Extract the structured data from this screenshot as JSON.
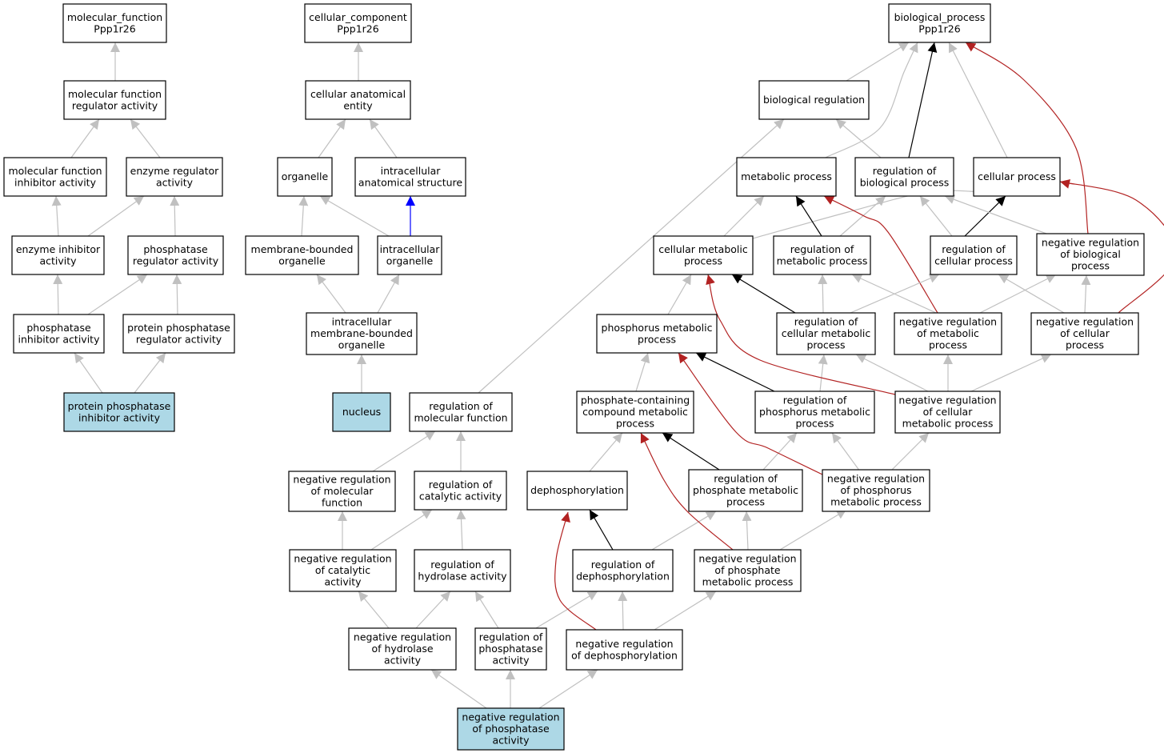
{
  "colors": {
    "node_fill": "#ffffff",
    "highlight_fill": "#add8e6",
    "is_a": "#c0c0c0",
    "part_of": "#0000ff",
    "regulates": "#000000",
    "negatively_regulates": "#b22222"
  },
  "nodes": [
    {
      "id": "mf",
      "lines": [
        "molecular_function",
        "Ppp1r26"
      ]
    },
    {
      "id": "mfreg",
      "lines": [
        "molecular function",
        "regulator activity"
      ]
    },
    {
      "id": "mfinh",
      "lines": [
        "molecular function",
        "inhibitor activity"
      ]
    },
    {
      "id": "enzreg",
      "lines": [
        "enzyme regulator",
        "activity"
      ]
    },
    {
      "id": "enzinh",
      "lines": [
        "enzyme inhibitor",
        "activity"
      ]
    },
    {
      "id": "phosreg",
      "lines": [
        "phosphatase",
        "regulator activity"
      ]
    },
    {
      "id": "phosinh",
      "lines": [
        "phosphatase",
        "inhibitor activity"
      ]
    },
    {
      "id": "ppreg",
      "lines": [
        "protein phosphatase",
        "regulator activity"
      ]
    },
    {
      "id": "ppinh",
      "lines": [
        "protein phosphatase",
        "inhibitor activity"
      ],
      "highlight": true
    },
    {
      "id": "cc",
      "lines": [
        "cellular_component",
        "Ppp1r26"
      ]
    },
    {
      "id": "cae",
      "lines": [
        "cellular anatomical",
        "entity"
      ]
    },
    {
      "id": "org",
      "lines": [
        "organelle"
      ]
    },
    {
      "id": "ias",
      "lines": [
        "intracellular",
        "anatomical structure"
      ]
    },
    {
      "id": "mbo",
      "lines": [
        "membrane-bounded",
        "organelle"
      ]
    },
    {
      "id": "io",
      "lines": [
        "intracellular",
        "organelle"
      ]
    },
    {
      "id": "imbo",
      "lines": [
        "intracellular",
        "membrane-bounded",
        "organelle"
      ]
    },
    {
      "id": "nuc",
      "lines": [
        "nucleus"
      ],
      "highlight": true
    },
    {
      "id": "bp",
      "lines": [
        "biological_process",
        "Ppp1r26"
      ]
    },
    {
      "id": "breg",
      "lines": [
        "biological regulation"
      ]
    },
    {
      "id": "mp",
      "lines": [
        "metabolic process"
      ]
    },
    {
      "id": "rbp",
      "lines": [
        "regulation of",
        "biological process"
      ]
    },
    {
      "id": "cp",
      "lines": [
        "cellular process"
      ]
    },
    {
      "id": "cmp",
      "lines": [
        "cellular metabolic",
        "process"
      ]
    },
    {
      "id": "rmp",
      "lines": [
        "regulation of",
        "metabolic process"
      ]
    },
    {
      "id": "rcp",
      "lines": [
        "regulation of",
        "cellular process"
      ]
    },
    {
      "id": "nrbp",
      "lines": [
        "negative regulation",
        "of biological",
        "process"
      ]
    },
    {
      "id": "pmp",
      "lines": [
        "phosphorus metabolic",
        "process"
      ]
    },
    {
      "id": "rcmp",
      "lines": [
        "regulation of",
        "cellular metabolic",
        "process"
      ]
    },
    {
      "id": "nrmp",
      "lines": [
        "negative regulation",
        "of metabolic",
        "process"
      ]
    },
    {
      "id": "nrcp",
      "lines": [
        "negative regulation",
        "of cellular",
        "process"
      ]
    },
    {
      "id": "rmf",
      "lines": [
        "regulation of",
        "molecular function"
      ]
    },
    {
      "id": "pcmp",
      "lines": [
        "phosphate-containing",
        "compound metabolic",
        "process"
      ]
    },
    {
      "id": "rpmp",
      "lines": [
        "regulation of",
        "phosphorus metabolic",
        "process"
      ]
    },
    {
      "id": "nrcmp",
      "lines": [
        "negative regulation",
        "of cellular",
        "metabolic process"
      ]
    },
    {
      "id": "nrmf",
      "lines": [
        "negative regulation",
        "of molecular",
        "function"
      ]
    },
    {
      "id": "rca",
      "lines": [
        "regulation of",
        "catalytic activity"
      ]
    },
    {
      "id": "deph",
      "lines": [
        "dephosphorylation"
      ]
    },
    {
      "id": "rphmp",
      "lines": [
        "regulation of",
        "phosphate metabolic",
        "process"
      ]
    },
    {
      "id": "nrpmp",
      "lines": [
        "negative regulation",
        "of phosphorus",
        "metabolic process"
      ]
    },
    {
      "id": "nrca",
      "lines": [
        "negative regulation",
        "of catalytic",
        "activity"
      ]
    },
    {
      "id": "rha",
      "lines": [
        "regulation of",
        "hydrolase activity"
      ]
    },
    {
      "id": "rdeph",
      "lines": [
        "regulation of",
        "dephosphorylation"
      ]
    },
    {
      "id": "nrphmp",
      "lines": [
        "negative regulation",
        "of phosphate",
        "metabolic process"
      ]
    },
    {
      "id": "nrha",
      "lines": [
        "negative regulation",
        "of hydrolase",
        "activity"
      ]
    },
    {
      "id": "rpa",
      "lines": [
        "regulation of",
        "phosphatase",
        "activity"
      ]
    },
    {
      "id": "nrdeph",
      "lines": [
        "negative regulation",
        "of dephosphorylation"
      ]
    },
    {
      "id": "nrpa",
      "lines": [
        "negative regulation",
        "of phosphatase",
        "activity"
      ],
      "highlight": true
    }
  ],
  "edges": [
    {
      "from": "mfreg",
      "to": "mf",
      "type": "is_a"
    },
    {
      "from": "mfinh",
      "to": "mfreg",
      "type": "is_a"
    },
    {
      "from": "enzreg",
      "to": "mfreg",
      "type": "is_a"
    },
    {
      "from": "enzinh",
      "to": "mfinh",
      "type": "is_a"
    },
    {
      "from": "enzinh",
      "to": "enzreg",
      "type": "is_a"
    },
    {
      "from": "phosreg",
      "to": "enzreg",
      "type": "is_a"
    },
    {
      "from": "phosinh",
      "to": "enzinh",
      "type": "is_a"
    },
    {
      "from": "phosinh",
      "to": "phosreg",
      "type": "is_a"
    },
    {
      "from": "ppreg",
      "to": "phosreg",
      "type": "is_a"
    },
    {
      "from": "ppinh",
      "to": "phosinh",
      "type": "is_a"
    },
    {
      "from": "ppinh",
      "to": "ppreg",
      "type": "is_a"
    },
    {
      "from": "cae",
      "to": "cc",
      "type": "is_a"
    },
    {
      "from": "org",
      "to": "cae",
      "type": "is_a"
    },
    {
      "from": "ias",
      "to": "cae",
      "type": "is_a"
    },
    {
      "from": "mbo",
      "to": "org",
      "type": "is_a"
    },
    {
      "from": "io",
      "to": "org",
      "type": "is_a"
    },
    {
      "from": "io",
      "to": "ias",
      "type": "part_of"
    },
    {
      "from": "imbo",
      "to": "mbo",
      "type": "is_a"
    },
    {
      "from": "imbo",
      "to": "io",
      "type": "is_a"
    },
    {
      "from": "nuc",
      "to": "imbo",
      "type": "is_a"
    },
    {
      "from": "breg",
      "to": "bp",
      "type": "is_a"
    },
    {
      "from": "mp",
      "to": "bp",
      "type": "is_a"
    },
    {
      "from": "rbp",
      "to": "bp",
      "type": "regulates"
    },
    {
      "from": "rbp",
      "to": "breg",
      "type": "is_a"
    },
    {
      "from": "cp",
      "to": "bp",
      "type": "is_a"
    },
    {
      "from": "nrbp",
      "to": "bp",
      "type": "negatively_regulates"
    },
    {
      "from": "cmp",
      "to": "mp",
      "type": "is_a"
    },
    {
      "from": "cmp",
      "to": "cp",
      "type": "is_a"
    },
    {
      "from": "rmp",
      "to": "mp",
      "type": "regulates"
    },
    {
      "from": "rmp",
      "to": "rbp",
      "type": "is_a"
    },
    {
      "from": "rcp",
      "to": "cp",
      "type": "regulates"
    },
    {
      "from": "rcp",
      "to": "rbp",
      "type": "is_a"
    },
    {
      "from": "nrbp",
      "to": "rbp",
      "type": "is_a"
    },
    {
      "from": "nrmp",
      "to": "mp",
      "type": "negatively_regulates"
    },
    {
      "from": "nrcp",
      "to": "cp",
      "type": "negatively_regulates"
    },
    {
      "from": "pmp",
      "to": "cmp",
      "type": "is_a"
    },
    {
      "from": "rcmp",
      "to": "cmp",
      "type": "regulates"
    },
    {
      "from": "rcmp",
      "to": "rmp",
      "type": "is_a"
    },
    {
      "from": "rcmp",
      "to": "rcp",
      "type": "is_a"
    },
    {
      "from": "nrmp",
      "to": "rmp",
      "type": "is_a"
    },
    {
      "from": "nrmp",
      "to": "nrbp",
      "type": "is_a"
    },
    {
      "from": "nrcp",
      "to": "rcp",
      "type": "is_a"
    },
    {
      "from": "nrcp",
      "to": "nrbp",
      "type": "is_a"
    },
    {
      "from": "rmf",
      "to": "breg",
      "type": "is_a"
    },
    {
      "from": "pcmp",
      "to": "pmp",
      "type": "is_a"
    },
    {
      "from": "rpmp",
      "to": "pmp",
      "type": "regulates"
    },
    {
      "from": "rpmp",
      "to": "rcmp",
      "type": "is_a"
    },
    {
      "from": "nrcmp",
      "to": "cmp",
      "type": "negatively_regulates"
    },
    {
      "from": "nrcmp",
      "to": "rcmp",
      "type": "is_a"
    },
    {
      "from": "nrcmp",
      "to": "nrmp",
      "type": "is_a"
    },
    {
      "from": "nrcmp",
      "to": "nrcp",
      "type": "is_a"
    },
    {
      "from": "nrmf",
      "to": "rmf",
      "type": "is_a"
    },
    {
      "from": "rca",
      "to": "rmf",
      "type": "is_a"
    },
    {
      "from": "deph",
      "to": "pcmp",
      "type": "is_a"
    },
    {
      "from": "rphmp",
      "to": "pcmp",
      "type": "regulates"
    },
    {
      "from": "rphmp",
      "to": "rpmp",
      "type": "is_a"
    },
    {
      "from": "nrpmp",
      "to": "pmp",
      "type": "negatively_regulates"
    },
    {
      "from": "nrpmp",
      "to": "rpmp",
      "type": "is_a"
    },
    {
      "from": "nrpmp",
      "to": "nrcmp",
      "type": "is_a"
    },
    {
      "from": "nrca",
      "to": "nrmf",
      "type": "is_a"
    },
    {
      "from": "nrca",
      "to": "rca",
      "type": "is_a"
    },
    {
      "from": "rha",
      "to": "rca",
      "type": "is_a"
    },
    {
      "from": "rdeph",
      "to": "deph",
      "type": "regulates"
    },
    {
      "from": "rdeph",
      "to": "rphmp",
      "type": "is_a"
    },
    {
      "from": "nrphmp",
      "to": "pcmp",
      "type": "negatively_regulates"
    },
    {
      "from": "nrphmp",
      "to": "rphmp",
      "type": "is_a"
    },
    {
      "from": "nrphmp",
      "to": "nrpmp",
      "type": "is_a"
    },
    {
      "from": "nrha",
      "to": "nrca",
      "type": "is_a"
    },
    {
      "from": "nrha",
      "to": "rha",
      "type": "is_a"
    },
    {
      "from": "rpa",
      "to": "rha",
      "type": "is_a"
    },
    {
      "from": "rpa",
      "to": "rdeph",
      "type": "is_a"
    },
    {
      "from": "nrdeph",
      "to": "deph",
      "type": "negatively_regulates"
    },
    {
      "from": "nrdeph",
      "to": "rdeph",
      "type": "is_a"
    },
    {
      "from": "nrdeph",
      "to": "nrphmp",
      "type": "is_a"
    },
    {
      "from": "nrpa",
      "to": "nrha",
      "type": "is_a"
    },
    {
      "from": "nrpa",
      "to": "rpa",
      "type": "is_a"
    },
    {
      "from": "nrpa",
      "to": "nrdeph",
      "type": "is_a"
    }
  ]
}
